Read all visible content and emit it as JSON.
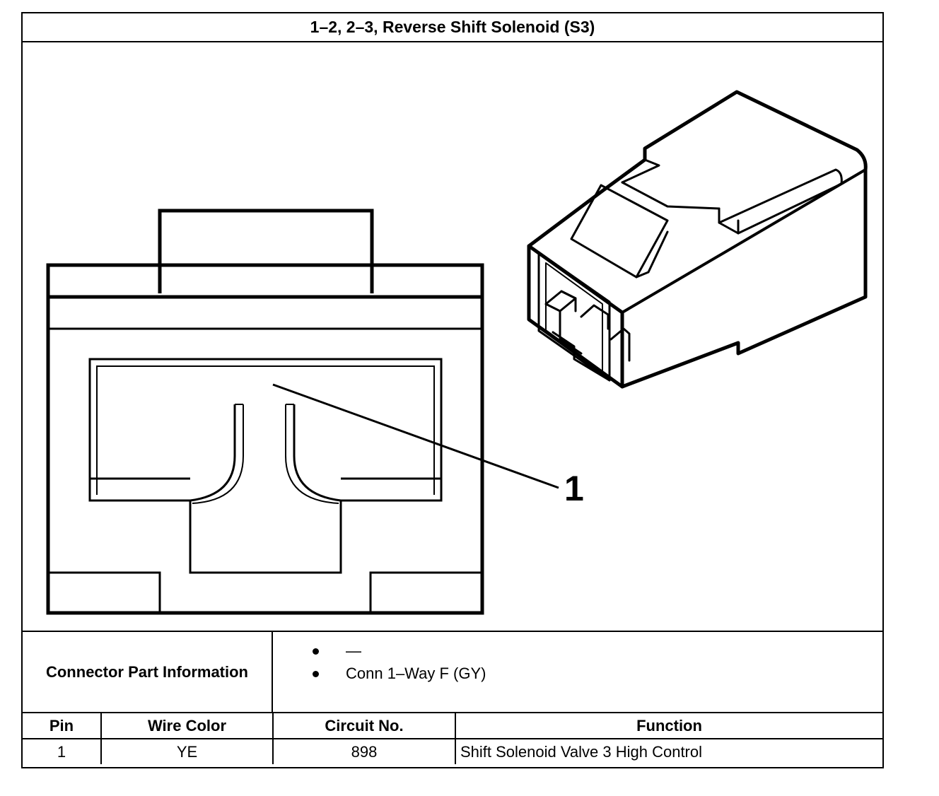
{
  "title": "1–2, 2–3, Reverse Shift Solenoid (S3)",
  "callout": "1",
  "connector_info": {
    "label": "Connector Part Information",
    "items": [
      "—",
      "Conn 1–Way F (GY)"
    ]
  },
  "pin_table": {
    "headers": [
      "Pin",
      "Wire Color",
      "Circuit No.",
      "Function"
    ],
    "rows": [
      [
        "1",
        "YE",
        "898",
        "Shift Solenoid Valve 3 High Control"
      ]
    ]
  }
}
